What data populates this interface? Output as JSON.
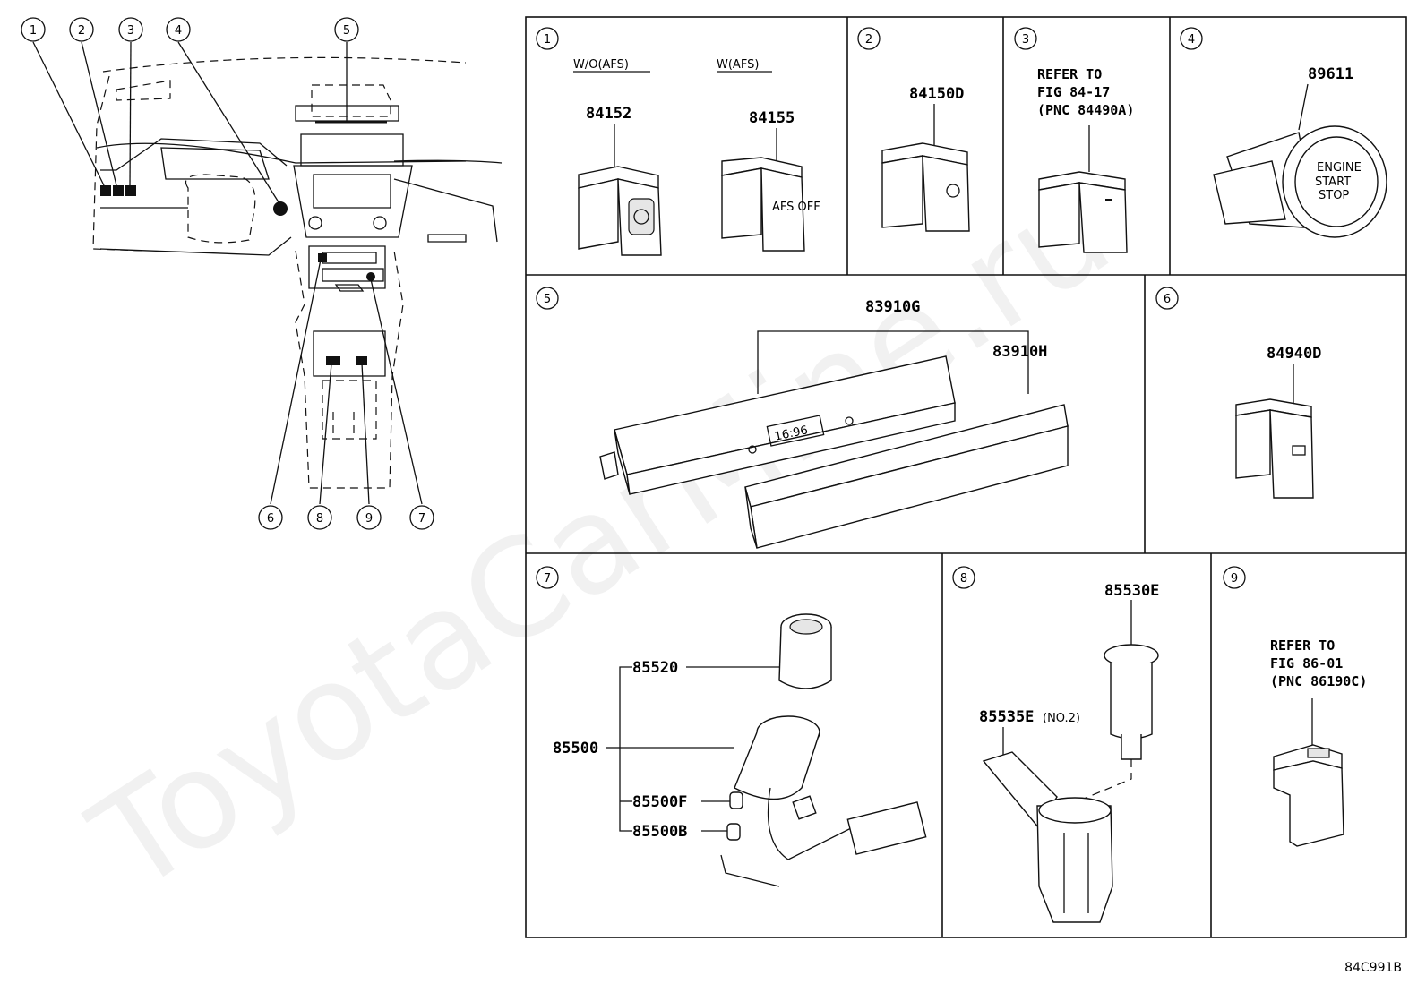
{
  "panels": [
    {
      "id": "1",
      "labels": {
        "variant_a": "W/O(AFS)",
        "variant_b": "W(AFS)",
        "part_a": "84152",
        "part_b": "84155"
      }
    },
    {
      "id": "2",
      "labels": {
        "part": "84150D"
      }
    },
    {
      "id": "3",
      "labels": {
        "ref_line1": "REFER TO",
        "ref_line2": "FIG 84-17",
        "ref_line3": "(PNC 84490A)"
      }
    },
    {
      "id": "4",
      "labels": {
        "part": "89611"
      }
    },
    {
      "id": "5",
      "labels": {
        "part_a": "83910G",
        "part_b": "83910H"
      }
    },
    {
      "id": "6",
      "labels": {
        "part": "84940D"
      }
    },
    {
      "id": "7",
      "labels": {
        "p1": "85520",
        "p2": "85500",
        "p3": "85500F",
        "p4": "85500B"
      }
    },
    {
      "id": "8",
      "labels": {
        "p1": "85530E",
        "p2": "85535E",
        "p2_note": "(NO.2)"
      }
    },
    {
      "id": "9",
      "labels": {
        "ref_line1": "REFER TO",
        "ref_line2": "FIG 86-01",
        "ref_line3": "(PNC 86190C)"
      }
    }
  ],
  "overview": {
    "callouts": [
      "1",
      "2",
      "3",
      "4",
      "5",
      "6",
      "8",
      "9",
      "7"
    ]
  },
  "part_text": {
    "afs_off": "AFS OFF",
    "start_stop_1": "ENGINE",
    "start_stop_2": "START",
    "start_stop_3": "STOP",
    "clock": "16:96"
  },
  "watermark": "ToyotaCarMine.ru",
  "figure_code": "84C991B"
}
